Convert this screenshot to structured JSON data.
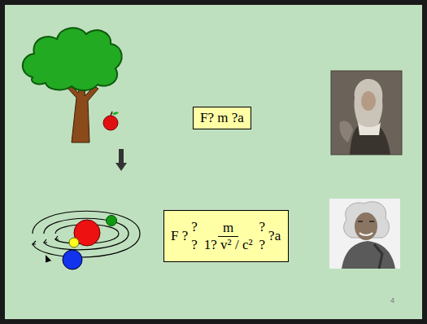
{
  "diagram": {
    "nodes": [
      {
        "text": [
          "F? m ?a"
        ]
      },
      {
        "text": [
          "F ?",
          "?",
          "?",
          "m",
          "1? v² / c²",
          "?",
          "?",
          "?a"
        ]
      }
    ],
    "labels": [
      "4"
    ]
  }
}
